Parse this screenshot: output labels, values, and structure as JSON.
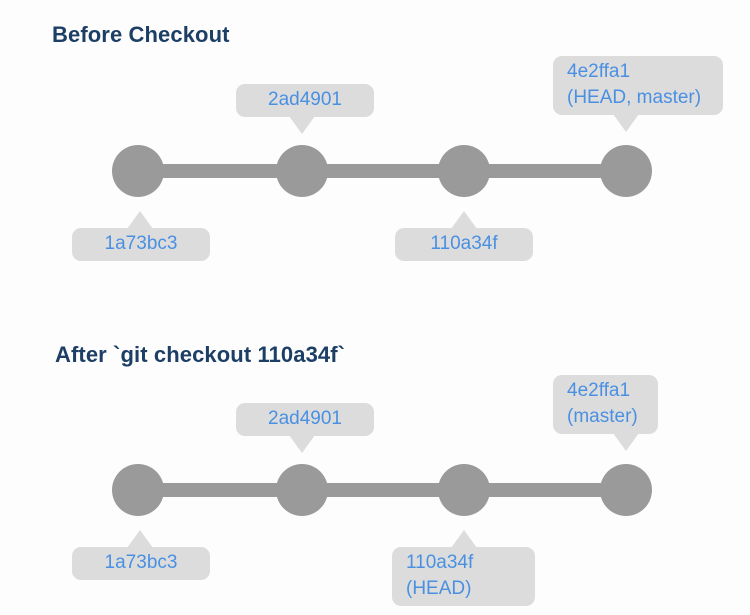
{
  "page": {
    "background_color": "#fdfdfd",
    "node_color": "#9a9a9a",
    "bubble_color": "#dcdcdc",
    "bubble_text_color": "#4a90e2",
    "title_color": "#1d3f66"
  },
  "sections": [
    {
      "title": "Before Checkout",
      "nodes": [
        {
          "commit": "1a73bc3"
        },
        {
          "commit": "2ad4901"
        },
        {
          "commit": "110a34f"
        },
        {
          "commit": "4e2ffa1"
        }
      ],
      "labels": {
        "commit1": {
          "line1": "1a73bc3"
        },
        "commit2": {
          "line1": "2ad4901"
        },
        "commit3": {
          "line1": "110a34f"
        },
        "commit4": {
          "line1": "4e2ffa1",
          "line2": "(HEAD, master)"
        }
      }
    },
    {
      "title": "After `git checkout 110a34f`",
      "nodes": [
        {
          "commit": "1a73bc3"
        },
        {
          "commit": "2ad4901"
        },
        {
          "commit": "110a34f"
        },
        {
          "commit": "4e2ffa1"
        }
      ],
      "labels": {
        "commit1": {
          "line1": "1a73bc3"
        },
        "commit2": {
          "line1": "2ad4901"
        },
        "commit3": {
          "line1": "110a34f",
          "line2": "(HEAD)"
        },
        "commit4": {
          "line1": "4e2ffa1",
          "line2": "(master)"
        }
      }
    }
  ]
}
